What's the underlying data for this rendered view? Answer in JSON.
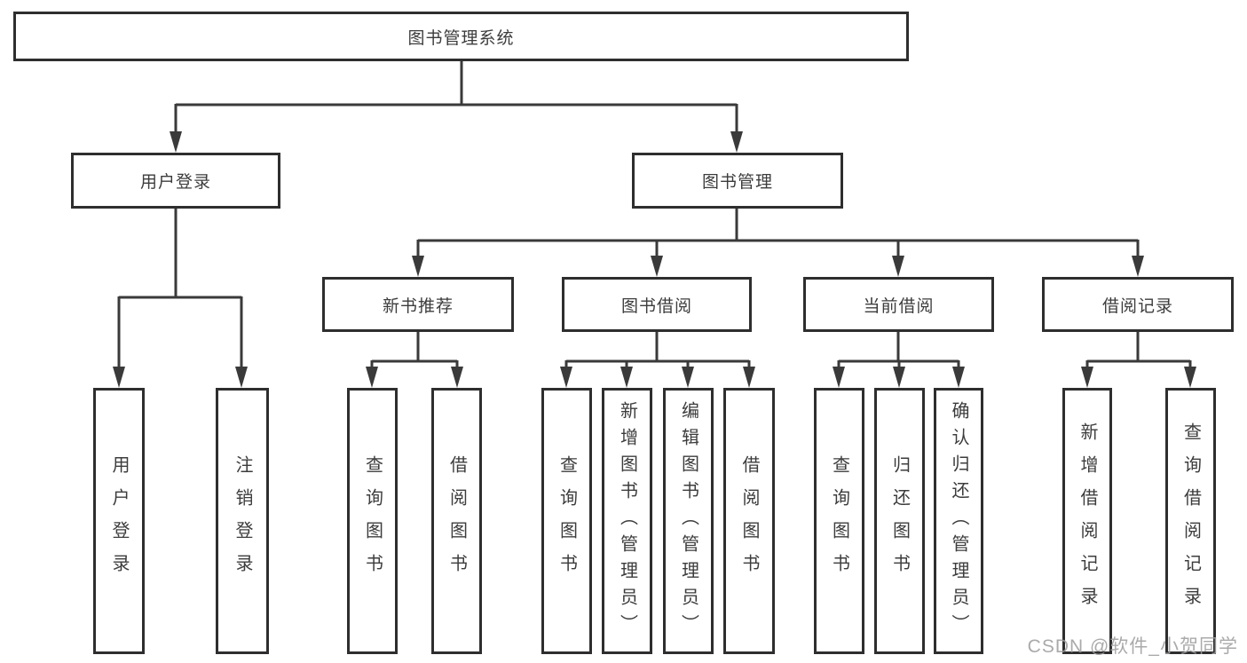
{
  "tree": {
    "label": "图书管理系统",
    "children": [
      {
        "label": "用户登录",
        "children": [
          {
            "label": "用户登录"
          },
          {
            "label": "注销登录"
          }
        ]
      },
      {
        "label": "图书管理",
        "children": [
          {
            "label": "新书推荐",
            "children": [
              {
                "label": "查询图书"
              },
              {
                "label": "借阅图书"
              }
            ]
          },
          {
            "label": "图书借阅",
            "children": [
              {
                "label": "查询图书"
              },
              {
                "label": "新增图书（管理员）"
              },
              {
                "label": "编辑图书（管理员）"
              },
              {
                "label": "借阅图书"
              }
            ]
          },
          {
            "label": "当前借阅",
            "children": [
              {
                "label": "查询图书"
              },
              {
                "label": "归还图书"
              },
              {
                "label": "确认归还（管理员）"
              }
            ]
          },
          {
            "label": "借阅记录",
            "children": [
              {
                "label": "新增借阅记录"
              },
              {
                "label": "查询借阅记录"
              }
            ]
          }
        ]
      }
    ]
  },
  "watermark": {
    "text": "CSDN @软件_小贺同学"
  },
  "colors": {
    "background": "#ffffff",
    "line": "#3a3a3a",
    "box_border": "#2e2e2e",
    "text": "#3c3c3c",
    "watermark": "#9e9e9e"
  }
}
